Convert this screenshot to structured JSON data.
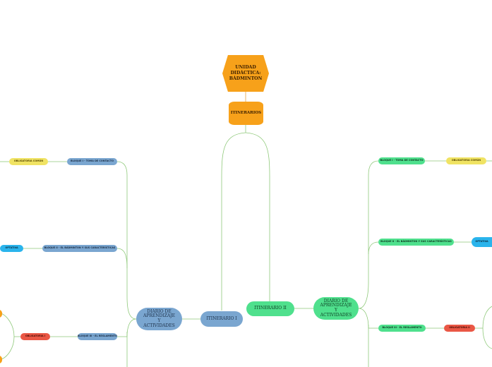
{
  "root": {
    "title": "UNIDAD DIDÁCTICA: BÁDMINTON"
  },
  "itinerarios": {
    "label": "ITINERARIOS"
  },
  "left": {
    "itinerario": "ITINERARIO I",
    "diario": "DIARIO DE APRENDIZAJE Y ACTIVIDADES",
    "bloques": [
      "BLOQUE I - TOMA DE CONTACTO",
      "BLOQUE II - EL BÁDMINTON Y SUS CARACTERÍSTICAS",
      "BLOQUE III - EL REGLAMENTO"
    ],
    "tags": [
      "OBLIGATORIA COMÚN",
      "OPTATIVA",
      "OBLIGATORIA I"
    ]
  },
  "right": {
    "itinerario": "ITINERARIO II",
    "diario": "DIARIO DE APRENDIZAJE Y ACTIVIDADES",
    "bloques": [
      "BLOQUE I - TOMA DE CONTACTO",
      "BLOQUE II - EL BÁDMINTON Y SUS CARACTERÍSTICAS",
      "BLOQUE III - EL REGLAMENTO"
    ],
    "tags": [
      "OBLIGATORIA COMÚN",
      "OPTATIVA",
      "OBLIGATORIA II"
    ]
  },
  "colors": {
    "orange": "#f7a11a",
    "blue": "#7aa6d0",
    "green": "#4fe08d",
    "yellow": "#f0e363",
    "cyan": "#2ab4ec",
    "red": "#ea5745",
    "line": "#8fc97a"
  }
}
